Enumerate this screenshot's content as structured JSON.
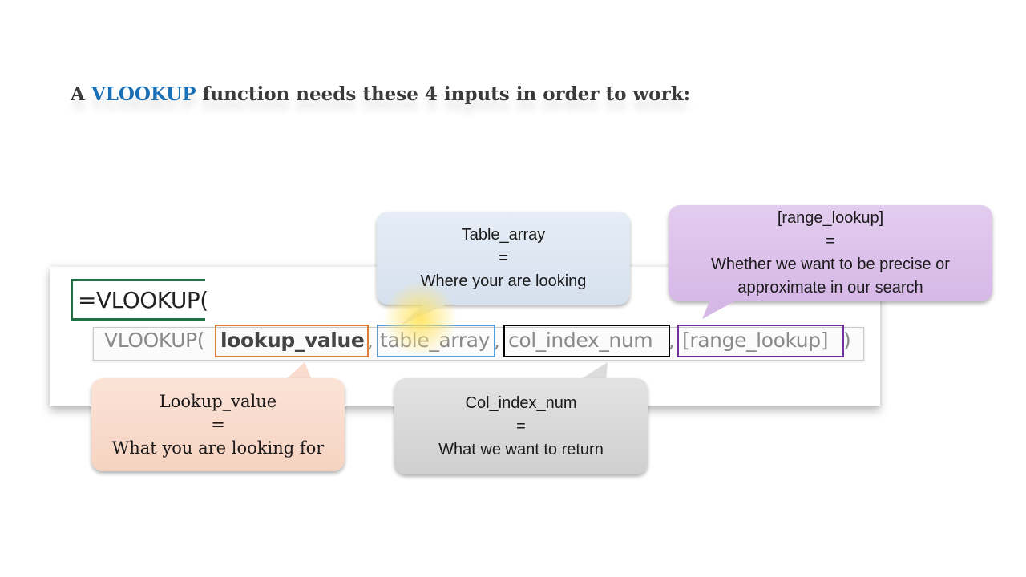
{
  "heading": {
    "prefix": "A",
    "keyword": "VLOOKUP",
    "suffix": "function needs these 4 inputs in order to work:"
  },
  "formula_bar": {
    "typed_formula": "=VLOOKUP(",
    "tooltip": {
      "function_name": "VLOOKUP(",
      "arg1": "lookup_value",
      "sep1": ",",
      "arg2": "table_array",
      "sep2": ",",
      "arg3": "col_index_num",
      "sep3": ",",
      "arg4": "[range_lookup]",
      "close": ")"
    }
  },
  "callouts": {
    "lookup_value": {
      "name": "Lookup_value",
      "equals": "=",
      "description": "What you are looking for"
    },
    "table_array": {
      "name": "Table_array",
      "equals": "=",
      "description": "Where your are looking"
    },
    "col_index_num": {
      "name": "Col_index_num",
      "equals": "=",
      "description": "What we want to return"
    },
    "range_lookup": {
      "name": "[range_lookup]",
      "equals": "=",
      "description_line1": "Whether we want to be precise or",
      "description_line2": "approximate in our search"
    }
  },
  "colors": {
    "keyword_blue": "#1a6fb5",
    "excel_green": "#1e7145",
    "lookup_value_border": "#e07b39",
    "table_array_border": "#5b9bd5",
    "col_index_num_border": "#000000",
    "range_lookup_border": "#7030a0",
    "lookup_value_fill": "#f9dccd",
    "table_array_fill": "#dce6f2",
    "col_index_num_fill": "#d9d9d9",
    "range_lookup_fill": "#dcc2ea"
  }
}
